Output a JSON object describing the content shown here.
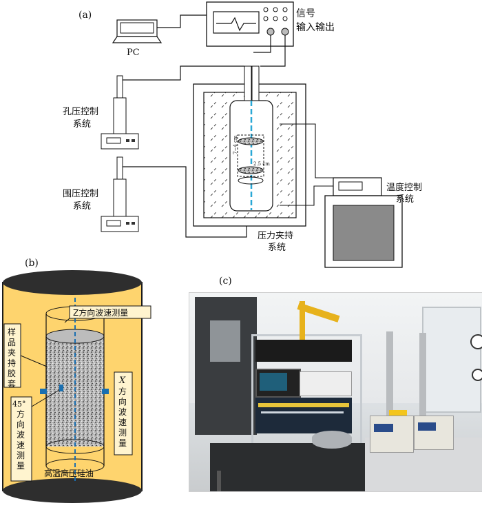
{
  "panel_a": {
    "tag": "(a)",
    "pc": "PC",
    "signal_io_line1": "信号",
    "signal_io_line2": "输入输出",
    "pore_line1": "孔压控制",
    "pore_line2": "系统",
    "confining_line1": "围压控制",
    "confining_line2": "系统",
    "temp_line1": "温度控制",
    "temp_line2": "系统",
    "holder_line1": "压力夹持",
    "holder_line2": "系统",
    "dim_height": "7~4 cm",
    "dim_width": "2.5 cm"
  },
  "panel_b": {
    "tag": "(b)",
    "z_label": "Z方向波速测量",
    "sleeve_chars": [
      "样",
      "品",
      "夹",
      "持",
      "胶",
      "套"
    ],
    "x_label_top": "X",
    "x_label_chars": [
      "方",
      "向",
      "波",
      "速",
      "测",
      "量"
    ],
    "deg_label_top": "45°",
    "deg_label_chars": [
      "方",
      "向",
      "波",
      "速",
      "测",
      "量"
    ],
    "oil_label": "高温高压硅油"
  },
  "panel_c": {
    "tag": "(c)"
  },
  "colors": {
    "fluid_yellow": "#fed46e",
    "cap_dark": "#2e2e2e",
    "transducer_blue": "#1a6fb0",
    "axis_cyan": "#2aa8d6"
  }
}
